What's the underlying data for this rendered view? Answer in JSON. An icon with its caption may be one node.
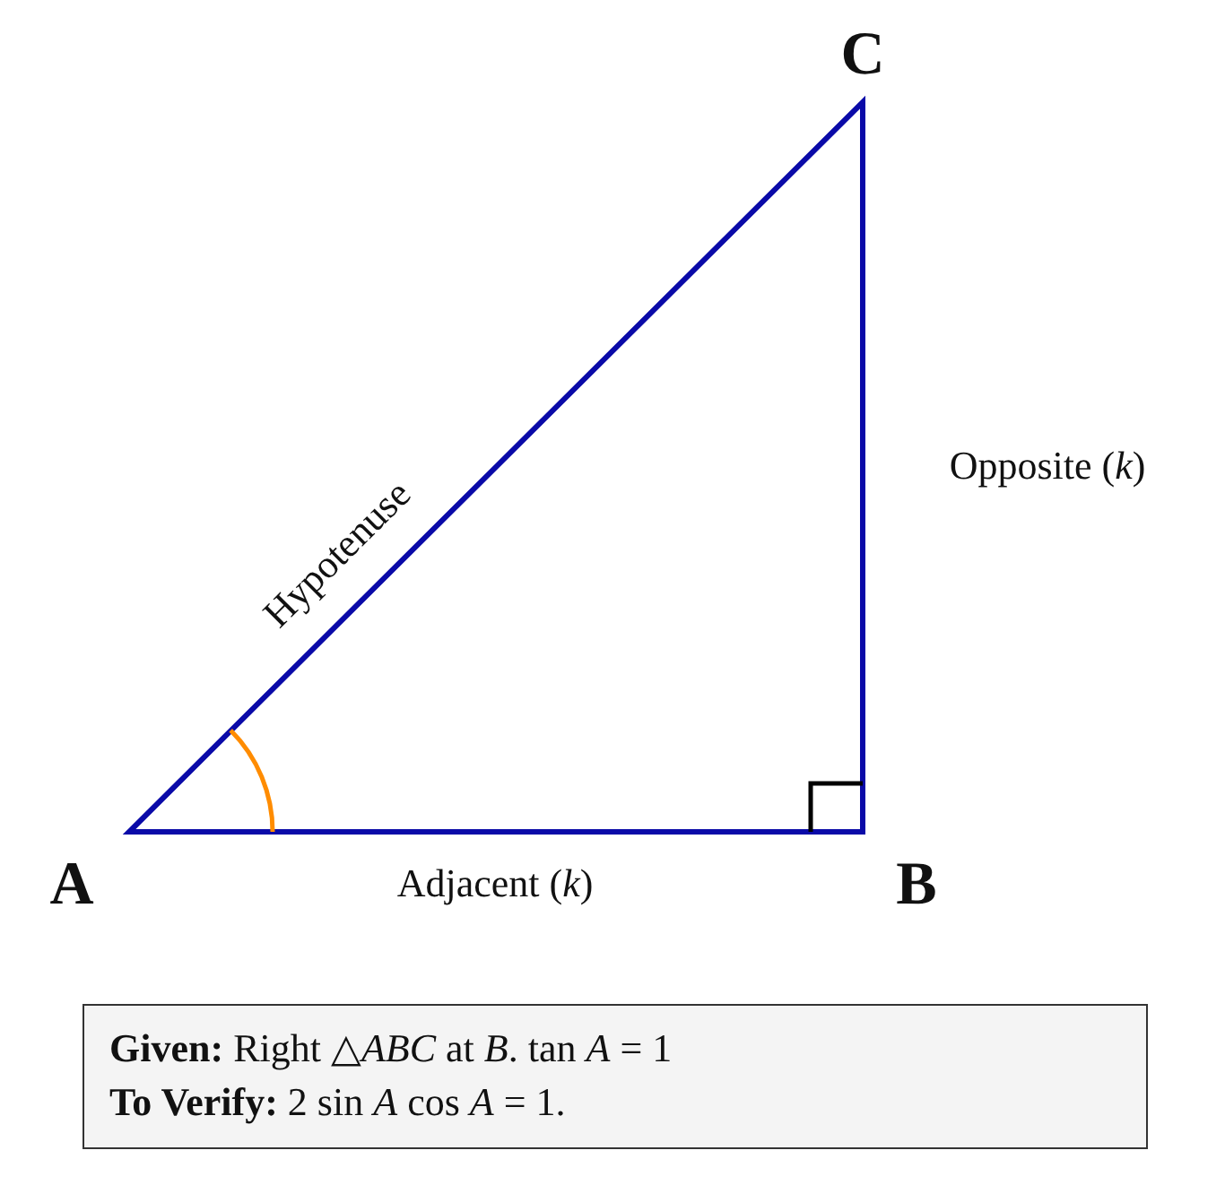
{
  "diagram": {
    "nodes": [
      {
        "text": [
          "**Given:** Right △*ABC* at *B*.  tan *A* = 1",
          "**To Verify:** 2 sin *A* cos *A* = 1."
        ]
      }
    ],
    "labels": [
      "C",
      "Hypotenuse",
      "Opposite (*k*)",
      "A",
      "Adjacent (*k*)",
      "B"
    ]
  }
}
